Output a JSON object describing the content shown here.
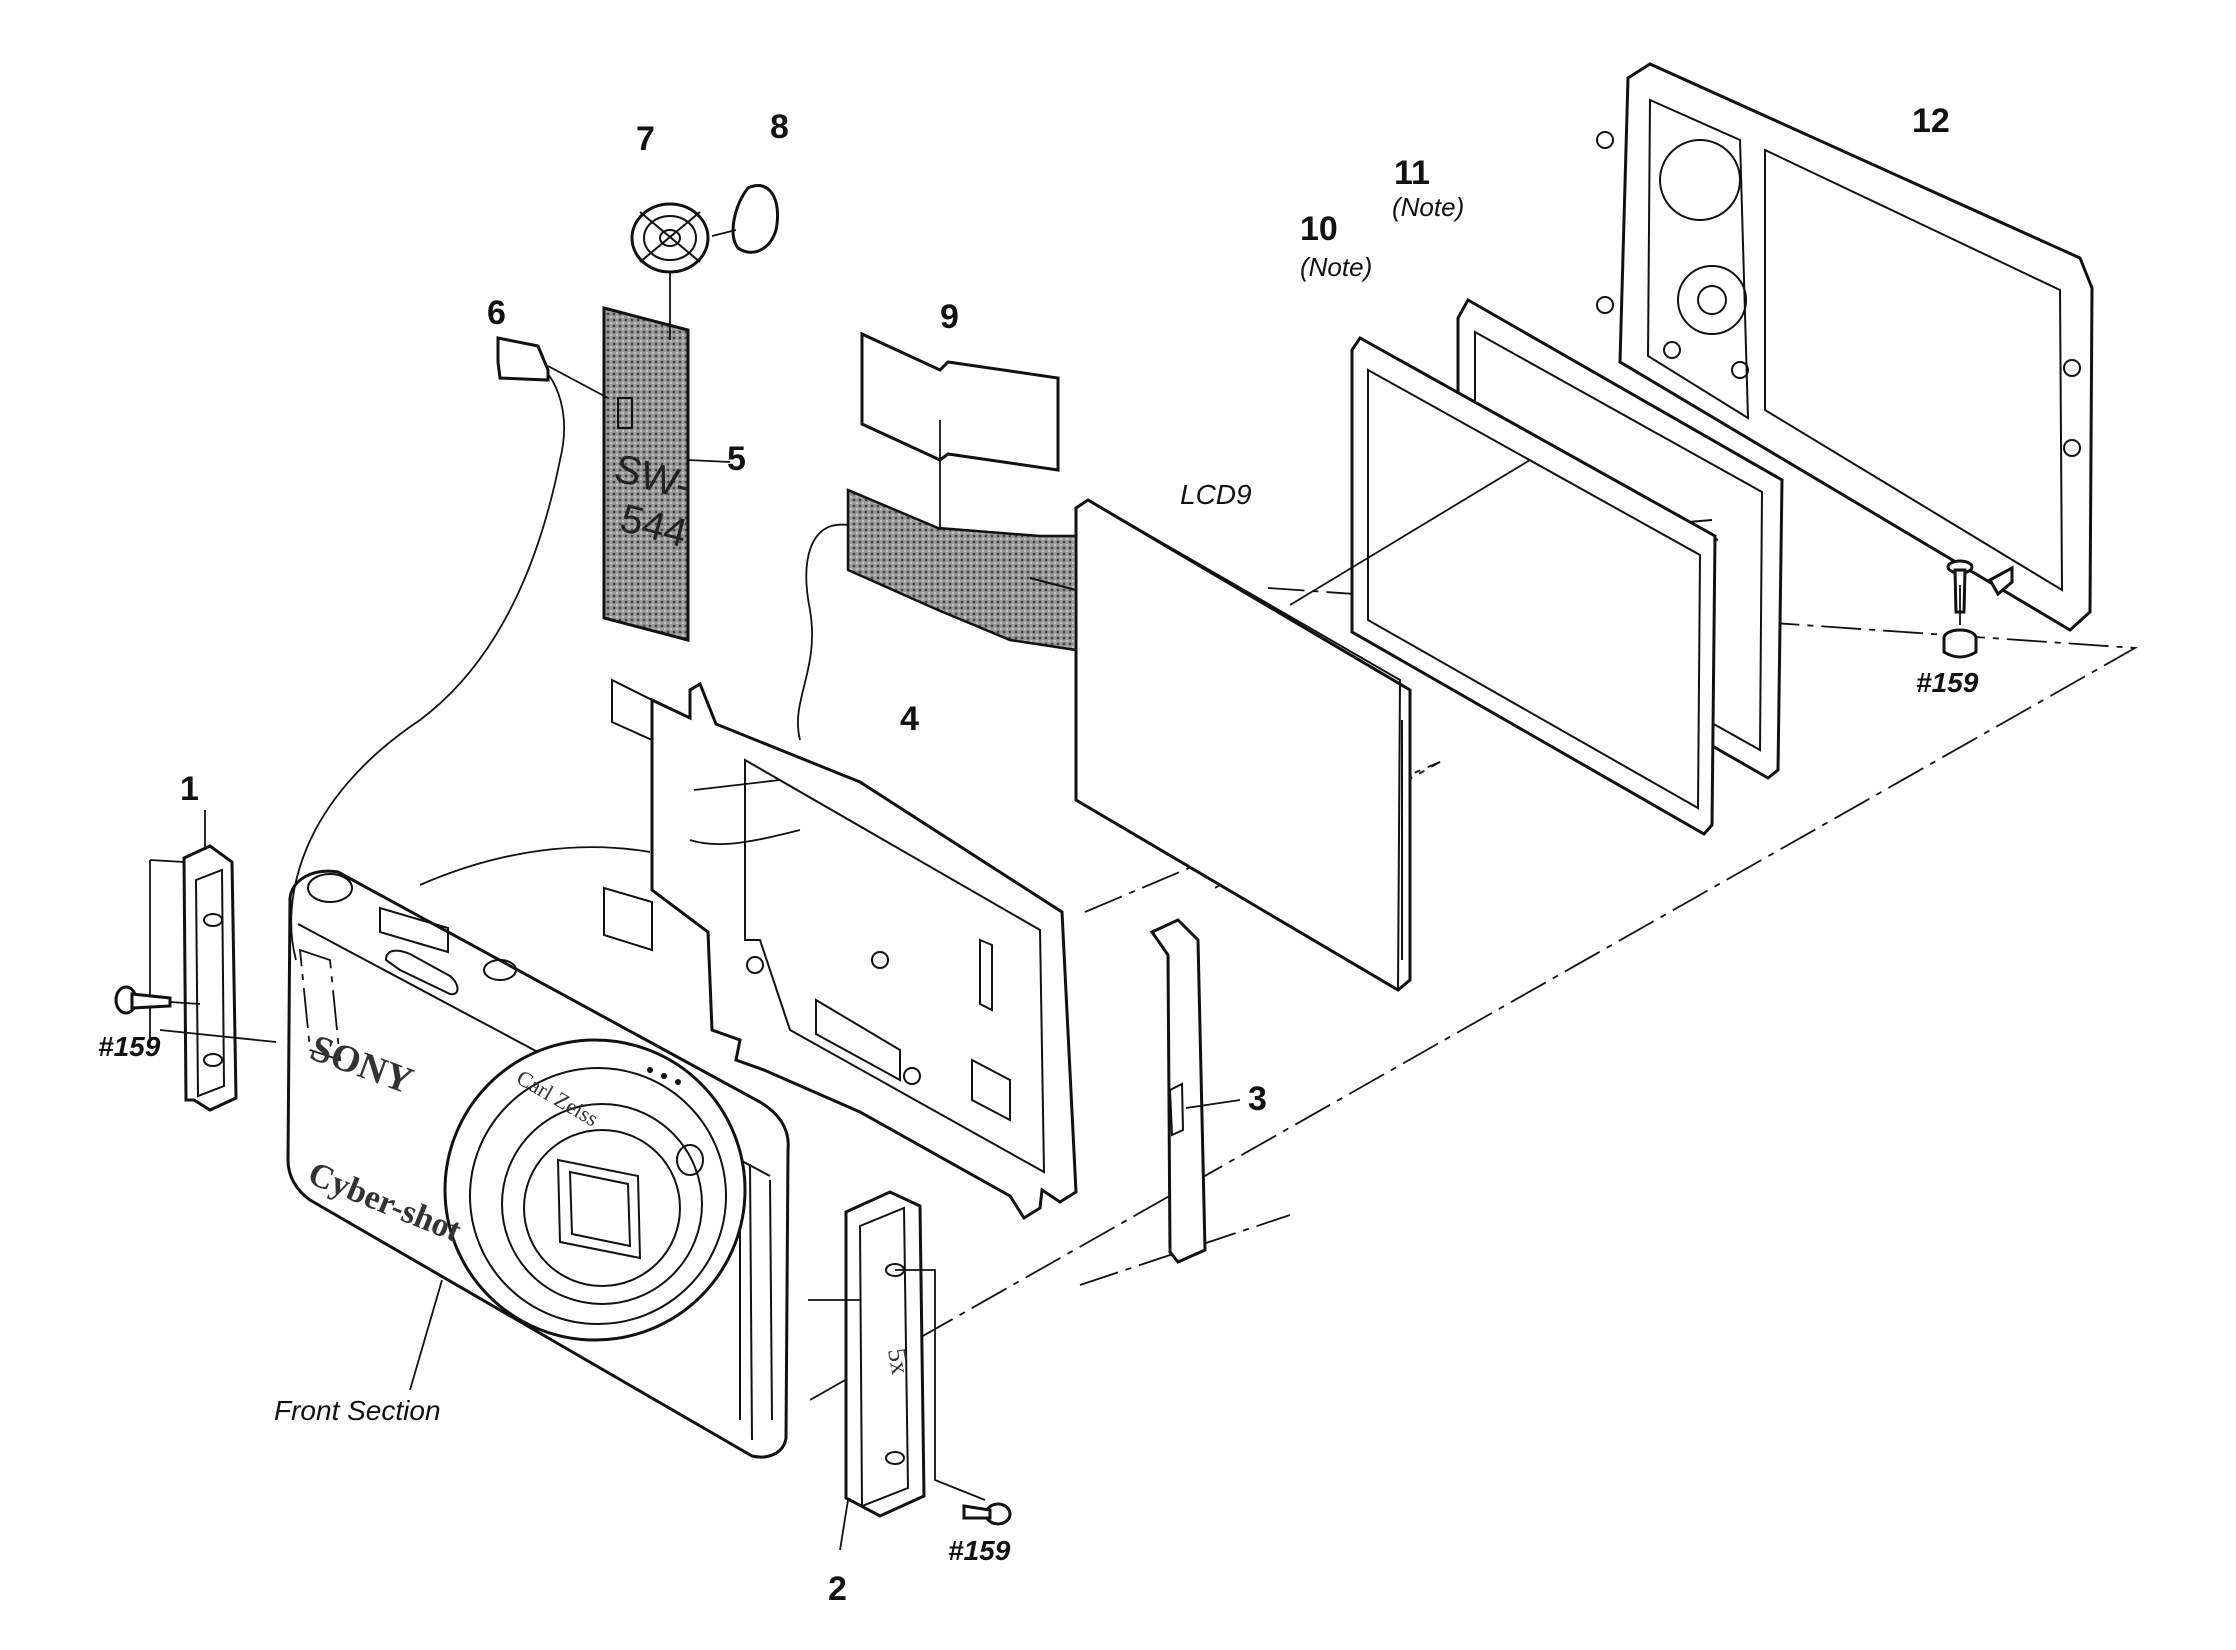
{
  "labels": {
    "p1": "1",
    "p2": "2",
    "p3": "3",
    "p4": "4",
    "p5": "5",
    "p6": "6",
    "p7": "7",
    "p8": "8",
    "p9": "9",
    "p10": "10",
    "p11": "11",
    "p12": "12",
    "note10": "(Note)",
    "note11": "(Note)",
    "lcd": "LCD9",
    "screw_left": "#159",
    "screw_bottom": "#159",
    "screw_right": "#159",
    "front_section": "Front Section"
  },
  "board_text": {
    "line1": "SW-",
    "line2": "544"
  },
  "camera_text": {
    "brand": "SONY",
    "series": "Cyber-shot",
    "lens": "Carl Zeiss",
    "zoom": "5x"
  },
  "colors": {
    "line": "#111111",
    "board": "#8a8a8a",
    "background": "#ffffff"
  }
}
